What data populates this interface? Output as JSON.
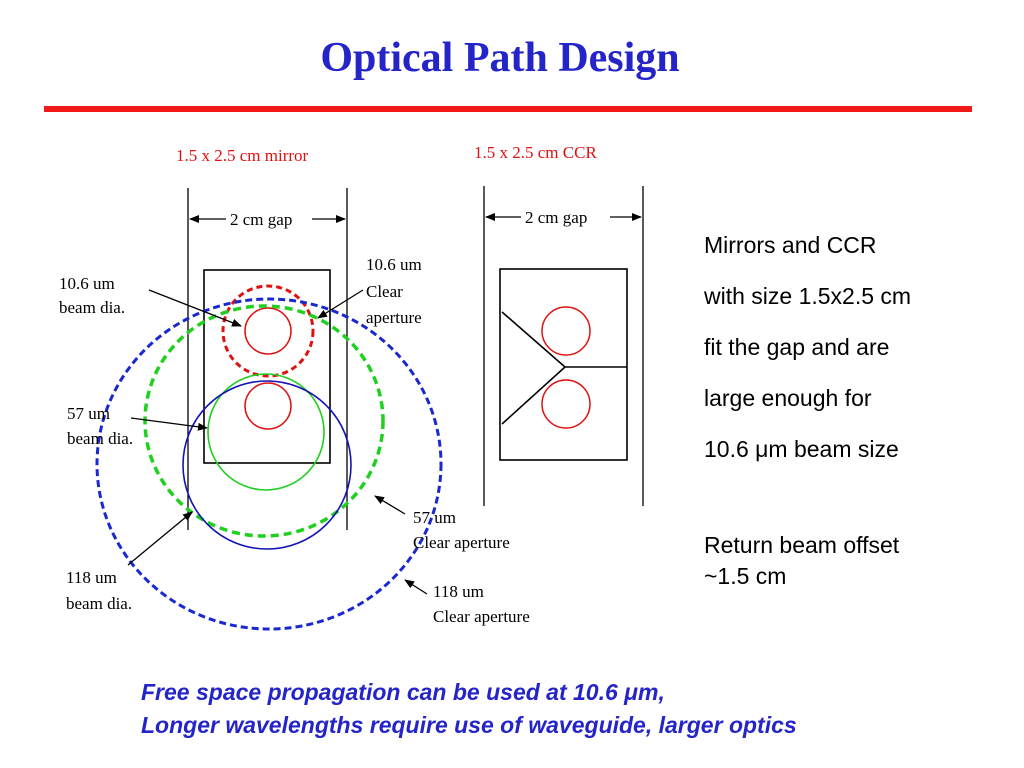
{
  "title": "Optical Path Design",
  "colors": {
    "title": "#2424c8",
    "rule": "#f01818",
    "red_label": "#e01010",
    "green": "#20d020",
    "blue": "#1414b4",
    "dashed_blue": "#1a28d0",
    "dashed_green": "#20d020",
    "dashed_red": "#e01010"
  },
  "labels": {
    "mirror_header": "1.5 x 2.5 cm mirror",
    "ccr_header": "1.5 x 2.5 cm CCR",
    "gap_left": "2 cm gap",
    "gap_right": "2 cm gap",
    "beam_10_line1": "10.6 um",
    "beam_10_line2": "beam dia.",
    "clear_10_line1": "10.6 um",
    "clear_10_line2": "Clear",
    "clear_10_line3": "aperture",
    "beam_57_line1": "57 um",
    "beam_57_line2": "beam dia.",
    "clear_57_line1": "57 um",
    "clear_57_line2": "Clear aperture",
    "beam_118_line1": "118 um",
    "beam_118_line2": "beam dia.",
    "clear_118_line1": "118 um",
    "clear_118_line2": "Clear aperture"
  },
  "side_note": {
    "lines": [
      "Mirrors and CCR",
      "with size 1.5x2.5 cm",
      "fit the gap and are",
      "large enough for",
      "10.6 μm beam size"
    ],
    "offset_line1": "Return beam offset",
    "offset_line2": "~1.5 cm"
  },
  "footer": {
    "line1": "Free space propagation can be used at 10.6 μm,",
    "line2": "Longer wavelengths require use of waveguide, larger optics"
  }
}
